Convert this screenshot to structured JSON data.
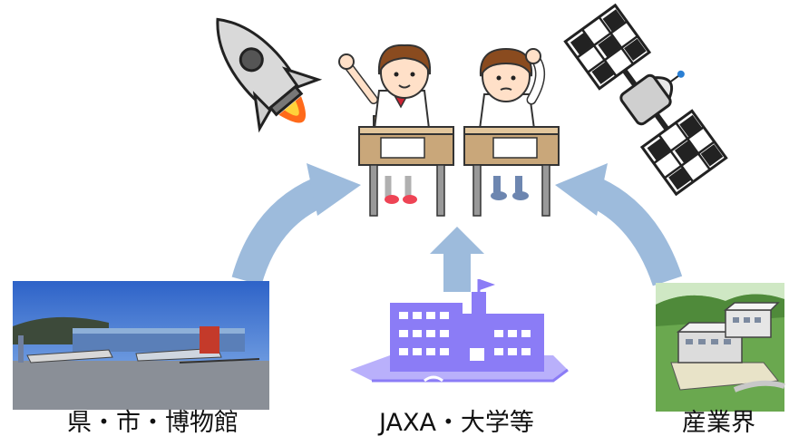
{
  "labels": {
    "left": "県・市・博物館",
    "center": "JAXA・大学等",
    "right": "産業界"
  },
  "colors": {
    "arrow": "#9dbbdc",
    "school": "#8b7cf6",
    "desk": "#c9a77a",
    "sky": "#4a7fd4",
    "hill": "#6aa84f"
  },
  "icons": [
    "rocket-icon",
    "students-at-desks-illustration",
    "satellite-icon",
    "museum-photo",
    "school-building-icon",
    "factory-illustration"
  ]
}
